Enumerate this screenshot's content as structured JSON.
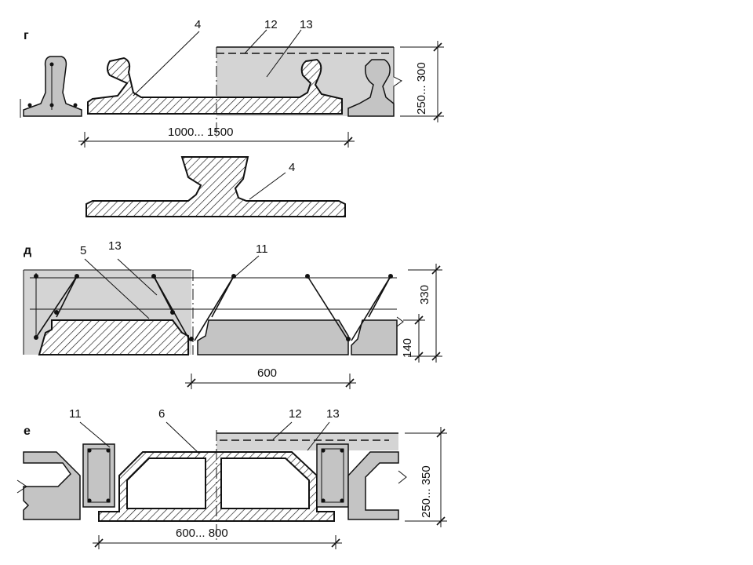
{
  "sections": {
    "g": {
      "letter": "г",
      "callouts": [
        "4",
        "12",
        "13"
      ],
      "dim_span": "1000... 1500",
      "dim_height": "250... 300",
      "detail_callout": "4"
    },
    "d": {
      "letter": "д",
      "callouts": [
        "5",
        "13",
        "11"
      ],
      "dim_span": "600",
      "dim_total": "330",
      "dim_slab": "140"
    },
    "e": {
      "letter": "е",
      "callouts": [
        "11",
        "6",
        "12",
        "13"
      ],
      "dim_span": "600... 800",
      "dim_height": "250... 350"
    }
  }
}
